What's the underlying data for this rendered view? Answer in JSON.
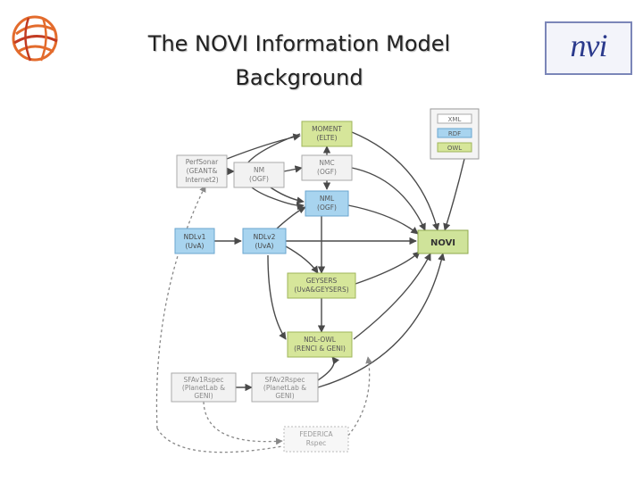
{
  "slide": {
    "title_line1": "The NOVI Information Model",
    "title_line2": "Background"
  },
  "logo_right_text": "nvi",
  "legend": {
    "items": [
      {
        "label": "XML",
        "fill": "#ffffff"
      },
      {
        "label": "RDF",
        "fill": "#a8d4ef"
      },
      {
        "label": "OWL",
        "fill": "#d6e69a"
      }
    ]
  },
  "nodes": {
    "moment": {
      "line1": "MOMENT",
      "line2": "(ELTE)"
    },
    "perfsonar": {
      "line1": "PerfSonar",
      "line2": "(GEANT&",
      "line3": "Internet2)"
    },
    "nmc": {
      "line1": "NMC",
      "line2": "(OGF)"
    },
    "nm": {
      "line1": "NM",
      "line2": "(OGF)"
    },
    "nml": {
      "line1": "NML",
      "line2": "(OGF)"
    },
    "ndlv1": {
      "line1": "NDLv1",
      "line2": "(UvA)"
    },
    "ndlv2": {
      "line1": "NDLv2",
      "line2": "(UvA)"
    },
    "novi": {
      "line1": "NOVI"
    },
    "geysers": {
      "line1": "GEYSERS",
      "line2": "(UvA&GEYSERS)"
    },
    "ndlowl": {
      "line1": "NDL-OWL",
      "line2": "(RENCI & GENI)"
    },
    "sfav1": {
      "line1": "SFAv1Rspec",
      "line2": "(PlanetLab &",
      "line3": "GENI)"
    },
    "sfav2": {
      "line1": "SFAv2Rspec",
      "line2": "(PlanetLab &",
      "line3": "GENI)"
    },
    "federica": {
      "line1": "FEDERICA",
      "line2": "Rspec"
    }
  },
  "colors": {
    "xml": "#f2f2f2",
    "rdf": "#a8d4ef",
    "owl": "#d6e69a",
    "novi": "#cfe39a",
    "arrow": "#4a4a4a"
  }
}
